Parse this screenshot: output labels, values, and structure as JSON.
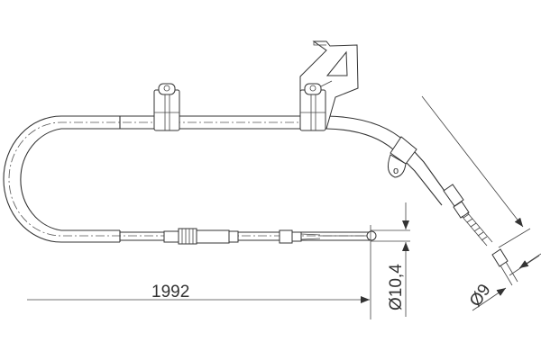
{
  "drawing": {
    "length_dimension": "1992",
    "diameter_left": "Ø10,4",
    "diameter_right": "Ø9",
    "line_color": "#333333",
    "background": "#ffffff"
  }
}
